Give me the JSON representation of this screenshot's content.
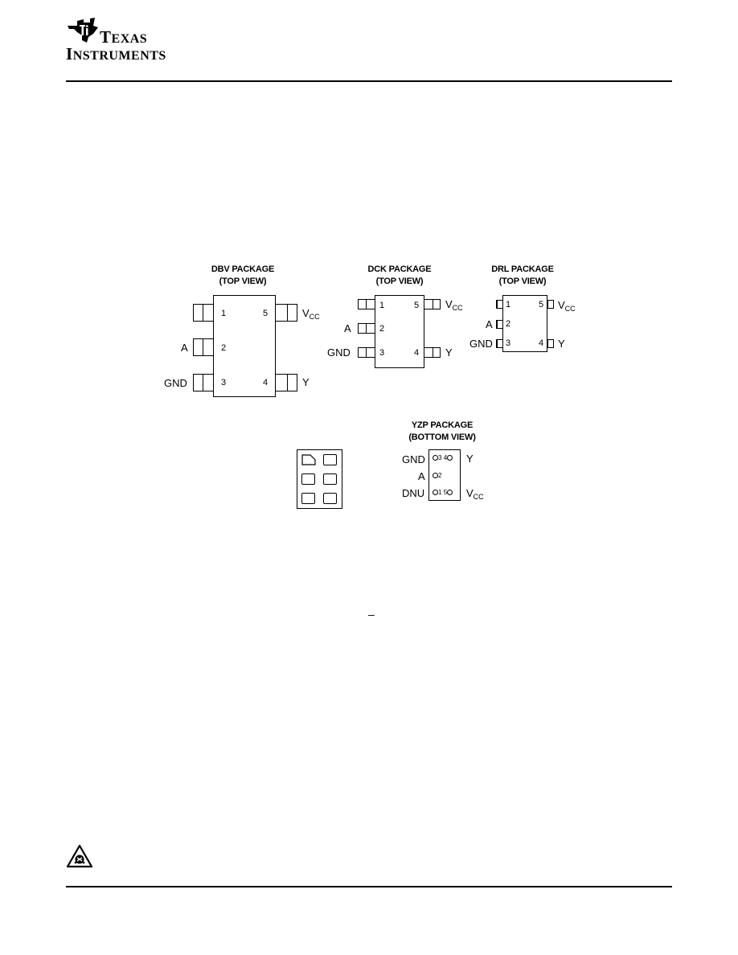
{
  "header": {
    "brand_line1_initial": "T",
    "brand_line1_rest": "EXAS",
    "brand_line2_initial": "I",
    "brand_line2_rest": "NSTRUMENTS",
    "logo_icon": "ti-state-logo"
  },
  "dbv": {
    "title": "DBV PACKAGE",
    "view": "(TOP VIEW)",
    "pins": {
      "p1": "1",
      "p2": "2",
      "p3": "3",
      "p4": "4",
      "p5": "5"
    },
    "signals": {
      "a": "A",
      "gnd": "GND",
      "vcc_main": "V",
      "vcc_sub": "CC",
      "y": "Y"
    }
  },
  "dck": {
    "title": "DCK PACKAGE",
    "view": "(TOP VIEW)",
    "pins": {
      "p1": "1",
      "p2": "2",
      "p3": "3",
      "p4": "4",
      "p5": "5"
    },
    "signals": {
      "a": "A",
      "gnd": "GND",
      "vcc_main": "V",
      "vcc_sub": "CC",
      "y": "Y"
    }
  },
  "drl": {
    "title": "DRL PACKAGE",
    "view": "(TOP VIEW)",
    "pins": {
      "p1": "1",
      "p2": "2",
      "p3": "3",
      "p4": "4",
      "p5": "5"
    },
    "signals": {
      "a": "A",
      "gnd": "GND",
      "vcc_main": "V",
      "vcc_sub": "CC",
      "y": "Y"
    }
  },
  "yzp": {
    "title": "YZP PACKAGE",
    "view": "(BOTTOM VIEW)",
    "signals": {
      "gnd": "GND",
      "a": "A",
      "dnu": "DNU",
      "y": "Y",
      "vcc_main": "V",
      "vcc_sub": "CC"
    },
    "balls": {
      "b3": "3",
      "b4": "4",
      "b2": "2",
      "b1": "1",
      "b5": "5"
    }
  },
  "overbar_mark": "–",
  "footer": {
    "esd_icon": "esd-warning-icon"
  }
}
